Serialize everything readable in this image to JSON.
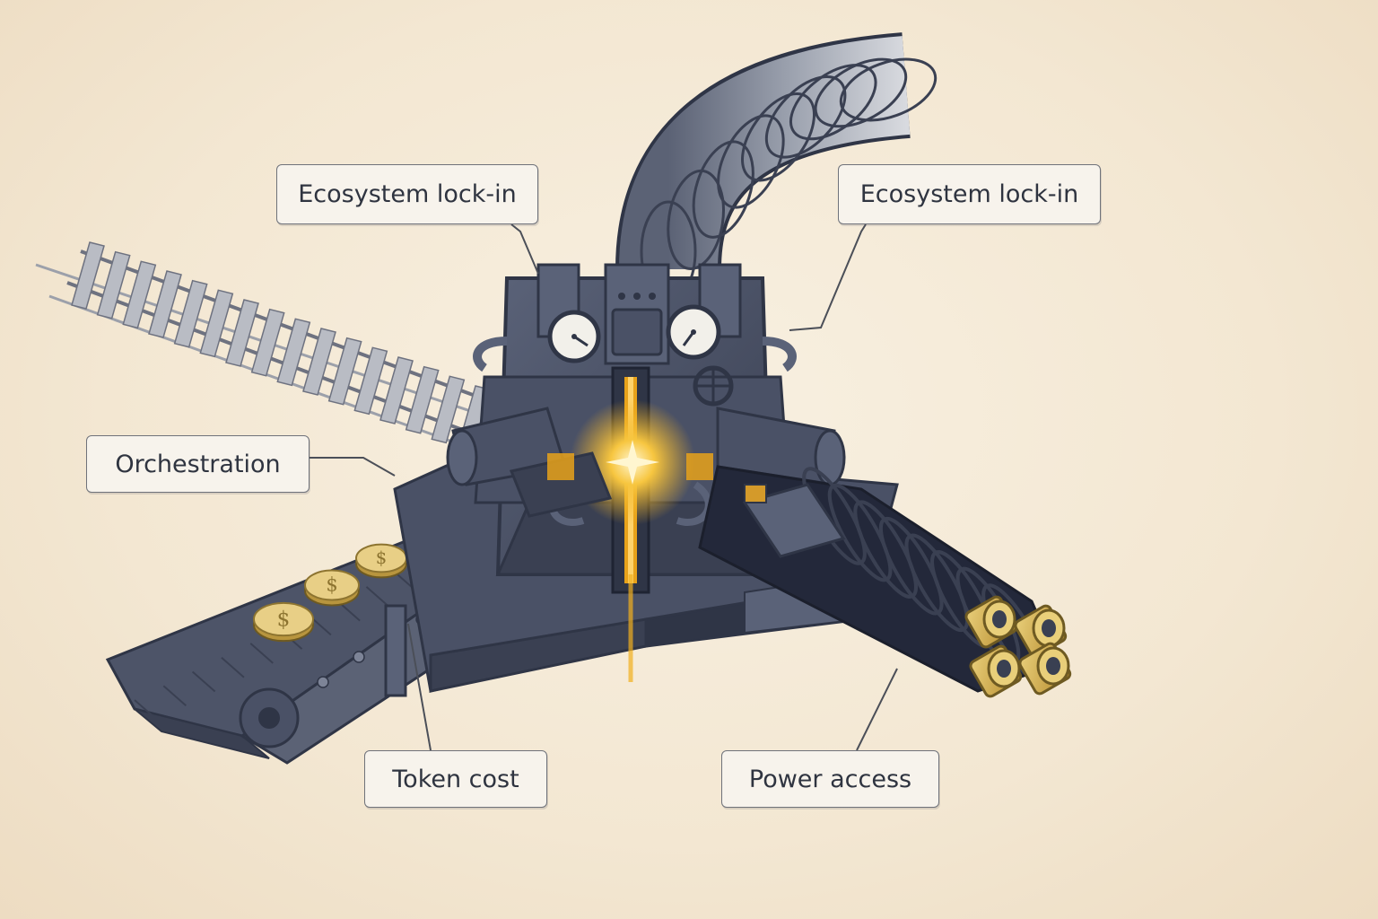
{
  "callouts": {
    "ecosystem_left": "Ecosystem lock-in",
    "ecosystem_right": "Ecosystem lock-in",
    "orchestration": "Orchestration",
    "token_cost": "Token cost",
    "power_access": "Power access"
  },
  "icons": {
    "coin_symbol": "$"
  },
  "colors": {
    "machine_body": "#4a5166",
    "machine_dark": "#2f3546",
    "glow": "#f2b01e",
    "coin": "#e8cf86",
    "callout_border": "#6f727a",
    "paper": "#f4ead8"
  }
}
